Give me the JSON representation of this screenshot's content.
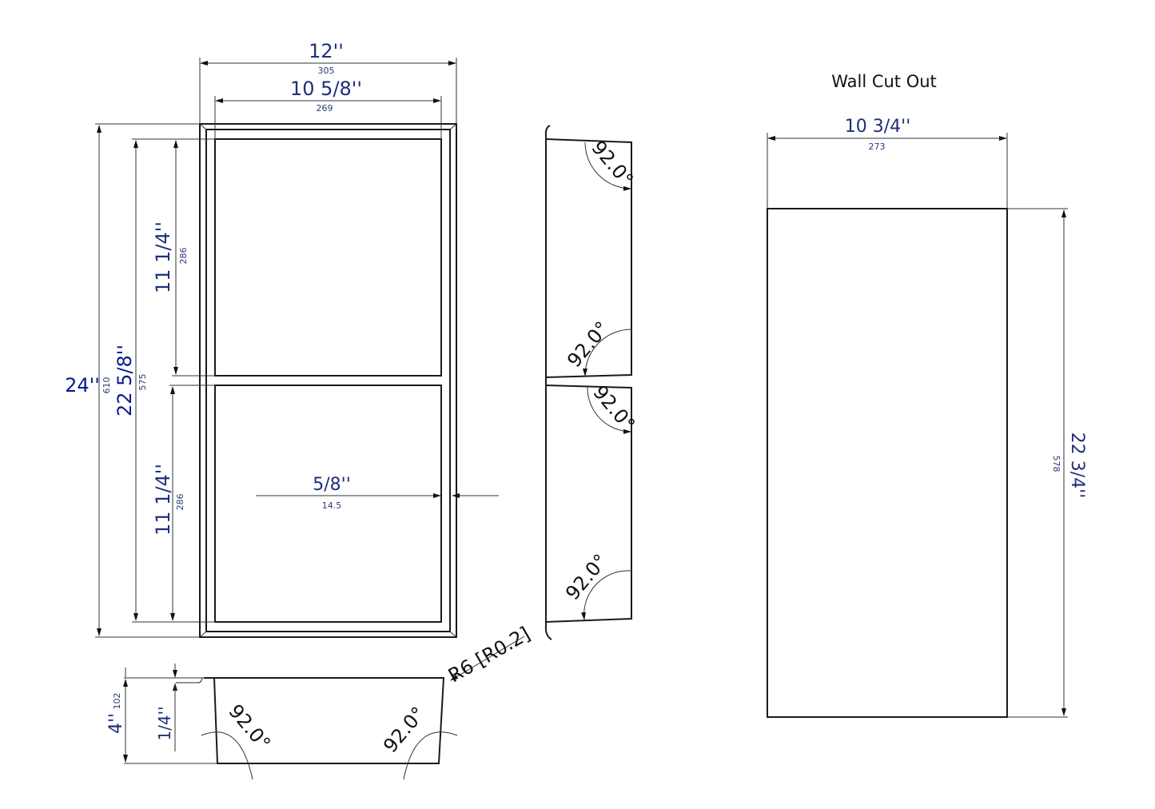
{
  "front_view": {
    "overall_width": {
      "imperial": "12''",
      "metric": "305"
    },
    "inner_width": {
      "imperial": "10 5/8''",
      "metric": "269"
    },
    "overall_height": {
      "imperial": "24''",
      "metric": "610"
    },
    "inner_height": {
      "imperial": "22 5/8''",
      "metric": "575"
    },
    "upper_shelf_height": {
      "imperial": "11 1/4''",
      "metric": "286"
    },
    "lower_shelf_height": {
      "imperial": "11 1/4''",
      "metric": "286"
    },
    "flange_width": {
      "imperial": "5/8''",
      "metric": "14.5"
    }
  },
  "side_view": {
    "angles": [
      "92.0°",
      "92.0°",
      "92.0°",
      "92.0°"
    ],
    "radius_callout": "R6  [R0.2]"
  },
  "bottom_view": {
    "depth": {
      "imperial": "4''",
      "metric": "102"
    },
    "flange_depth": {
      "imperial": "1/4''"
    },
    "angles": [
      "92.0°",
      "92.0°"
    ]
  },
  "wall_cut_out": {
    "title": "Wall Cut Out",
    "width": {
      "imperial": "10 3/4''",
      "metric": "273"
    },
    "height": {
      "imperial": "22 3/4''",
      "metric": "578"
    }
  }
}
